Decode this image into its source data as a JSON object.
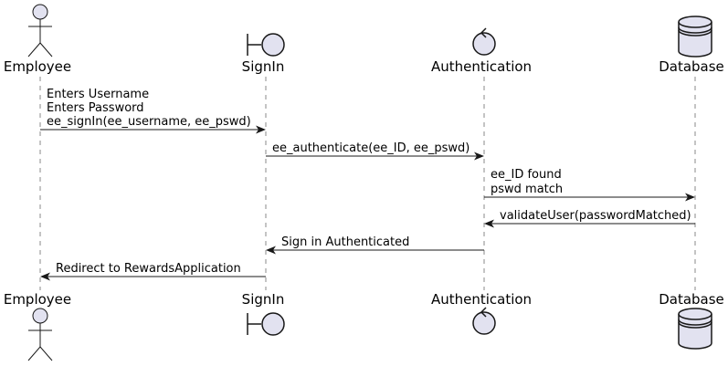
{
  "participants": [
    {
      "name": "Employee",
      "kind": "actor"
    },
    {
      "name": "SignIn",
      "kind": "boundary"
    },
    {
      "name": "Authentication",
      "kind": "control"
    },
    {
      "name": "Database",
      "kind": "database"
    }
  ],
  "messages": [
    {
      "from": "Employee",
      "to": "SignIn",
      "lines": [
        "Enters Username",
        "Enters Password",
        "ee_signIn(ee_username, ee_pswd)"
      ]
    },
    {
      "from": "SignIn",
      "to": "Authentication",
      "lines": [
        "ee_authenticate(ee_ID, ee_pswd)"
      ]
    },
    {
      "from": "Authentication",
      "to": "Database",
      "lines": [
        "ee_ID found",
        "pswd match"
      ]
    },
    {
      "from": "Database",
      "to": "Authentication",
      "lines": [
        "validateUser(passwordMatched)"
      ]
    },
    {
      "from": "Authentication",
      "to": "SignIn",
      "lines": [
        "Sign in Authenticated"
      ]
    },
    {
      "from": "SignIn",
      "to": "Employee",
      "lines": [
        "Redirect to RewardsApplication"
      ]
    }
  ],
  "colors": {
    "participant_fill": "#e2e2f0",
    "stroke": "#181818",
    "lifeline": "#888888"
  }
}
